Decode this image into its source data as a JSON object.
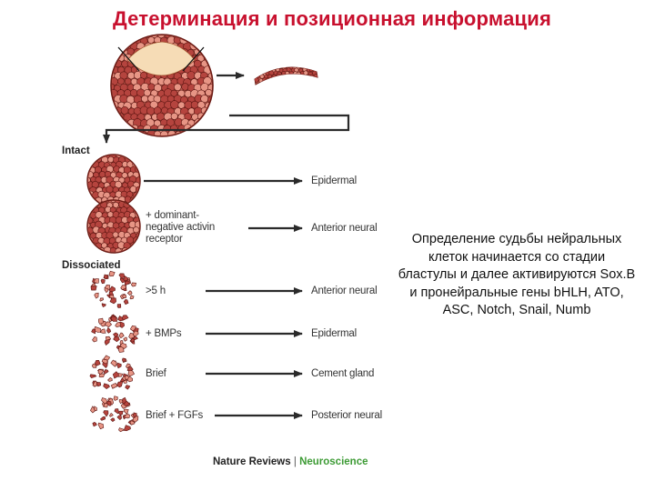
{
  "title": "Детерминация и позиционная информация",
  "sections": {
    "intact": "Intact",
    "dissociated": "Dissociated"
  },
  "rows": [
    {
      "treatment": "",
      "outcome": "Epidermal",
      "tissue": "intact"
    },
    {
      "treatment": "+ dominant-\nnegative activin\nreceptor",
      "outcome": "Anterior neural",
      "tissue": "intact"
    },
    {
      "treatment": ">5 h",
      "outcome": "Anterior neural",
      "tissue": "dissociated"
    },
    {
      "treatment": "+ BMPs",
      "outcome": "Epidermal",
      "tissue": "dissociated"
    },
    {
      "treatment": "Brief",
      "outcome": "Cement gland",
      "tissue": "dissociated"
    },
    {
      "treatment": "Brief + FGFs",
      "outcome": "Posterior neural",
      "tissue": "dissociated"
    }
  ],
  "description": "Определение судьбы нейральных клеток начинается со стадии бластулы и далее активируются Sox.B и пронейральные гены bHLH, ATO, ASC, Notch, Snail, Numb",
  "credit": {
    "journal": "Nature Reviews",
    "separator": "|",
    "section": "Neuroscience"
  },
  "colors": {
    "title": "#c8102e",
    "cell": "#b5443e",
    "cell_light": "#e79585",
    "cell_dark": "#5a1410",
    "credit_green": "#3d9b35"
  }
}
